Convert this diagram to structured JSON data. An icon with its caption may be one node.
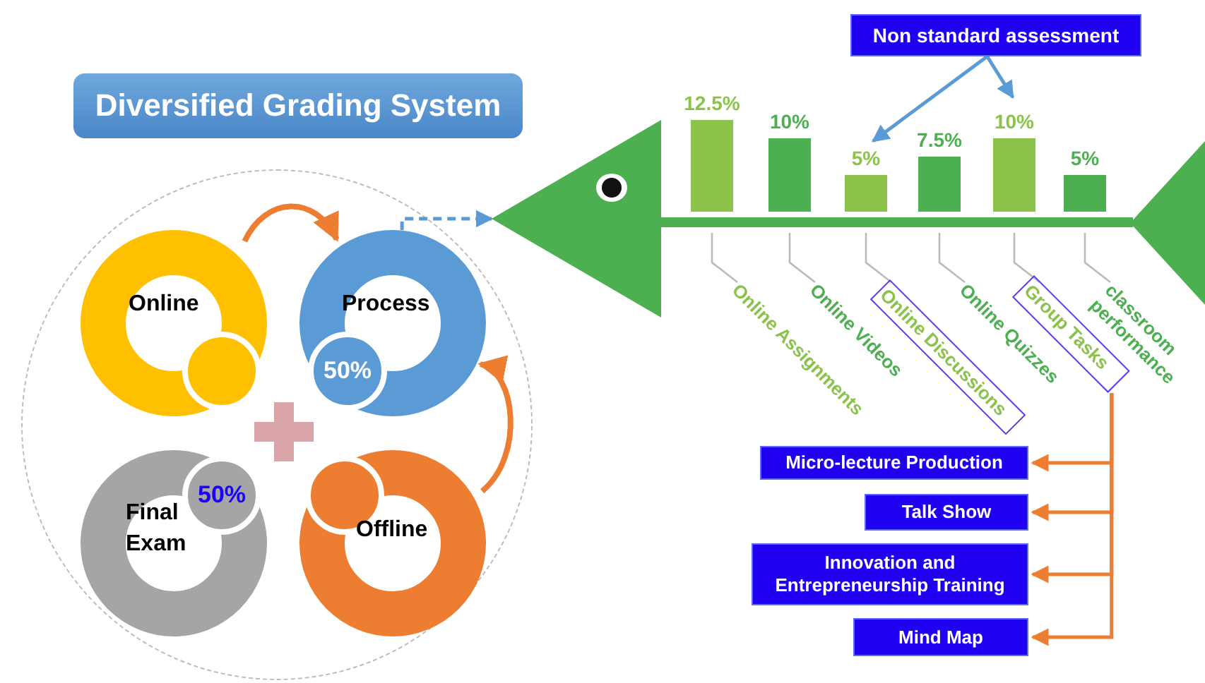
{
  "diagram": {
    "title": "Diversified Grading System",
    "nodes": [
      {
        "text": [],
        "shape": "circle"
      },
      {
        "text": [
          "Online"
        ],
        "in": 0
      },
      {
        "text": [
          "Process",
          "50%"
        ],
        "in": 0
      },
      {
        "text": [
          "Final Exam",
          "50%"
        ],
        "in": 0
      },
      {
        "text": [
          "Offline"
        ],
        "in": 0
      },
      {
        "text": [],
        "shape": "triangle"
      },
      {
        "text": [
          "Non standard assessment"
        ]
      },
      {
        "text": [],
        "shape": "box"
      },
      {
        "text": [],
        "shape": "box"
      },
      {
        "text": [
          "Micro-lecture Production"
        ]
      },
      {
        "text": [
          "Talk Show"
        ]
      },
      {
        "text": [
          "Innovation and Entrepreneurship Training"
        ]
      },
      {
        "text": [
          "Mind Map"
        ]
      }
    ],
    "edges": [
      {
        "from": 1,
        "to": 2,
        "arrow": "to"
      },
      {
        "from": 4,
        "to": 2,
        "arrow": "to"
      },
      {
        "from": 2,
        "to": 5,
        "arrow": "to",
        "style": "dashed",
        "color": "#5b9bd5"
      },
      {
        "from": 6,
        "to": null,
        "arrow": "to",
        "color": "#5b9bd5"
      },
      {
        "from": 6,
        "to": null,
        "arrow": "to",
        "color": "#5b9bd5"
      },
      {
        "from": 8,
        "to": 9,
        "arrow": "to"
      },
      {
        "from": 8,
        "to": 10,
        "arrow": "to"
      },
      {
        "from": 8,
        "to": 11,
        "arrow": "to"
      },
      {
        "from": 8,
        "to": 12,
        "arrow": "to"
      }
    ],
    "chart_data": {
      "type": "bar",
      "categories": [
        "Online Assignments",
        "Online Videos",
        "Online Discussions",
        "Online Quizzes",
        "Group Tasks",
        "classroom performance"
      ],
      "values": [
        12.5,
        10,
        5,
        7.5,
        10,
        5
      ],
      "value_labels": [
        "12.5%",
        "10%",
        "5%",
        "7.5%",
        "10%",
        "5%"
      ]
    }
  }
}
